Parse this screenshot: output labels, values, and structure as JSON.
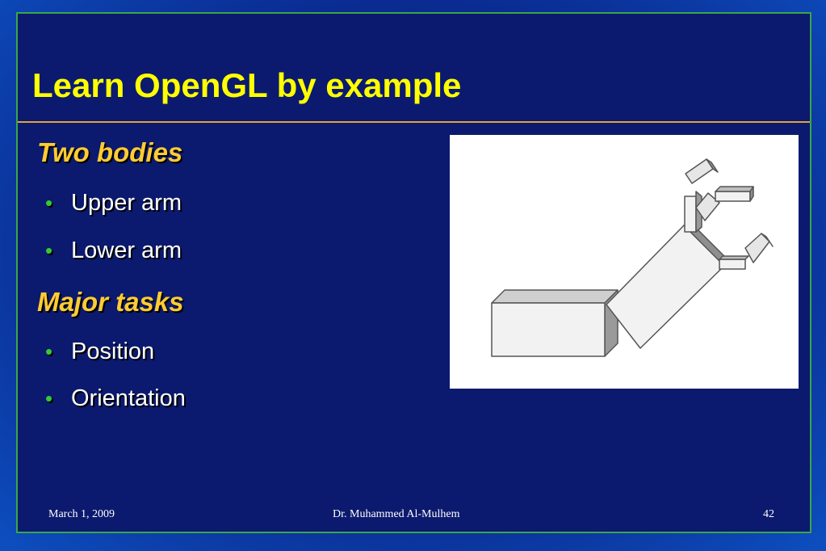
{
  "slide": {
    "title": "Learn OpenGL by example",
    "sections": [
      {
        "heading": "Two bodies",
        "bullets": [
          "Upper arm",
          "Lower arm"
        ]
      },
      {
        "heading": "Major tasks",
        "bullets": [
          "Position",
          "Orientation"
        ]
      }
    ],
    "bullet_glyph": "•",
    "figure_icon": "robot-arm-illustration"
  },
  "footer": {
    "date": "March 1, 2009",
    "author": "Dr. Muhammed Al-Mulhem",
    "page": "42"
  },
  "colors": {
    "title": "#ffff00",
    "heading": "#ffcc33",
    "bullet": "#33cc33",
    "frame_border": "#3aa64a",
    "title_rule": "#e3a33a"
  }
}
